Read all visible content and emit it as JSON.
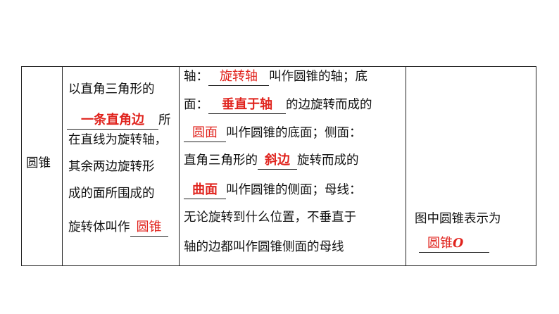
{
  "row": {
    "name": "圆锥",
    "definition": {
      "l1": "以直角三角形的",
      "ans1": "一条直角边",
      "l2_tail": "所",
      "l3": "在直线为旋转轴，",
      "l4": "其余两边旋转形",
      "l5": "成的面所围成的",
      "l6": "旋转体叫作",
      "ans2": "圆锥"
    },
    "parts": {
      "p1a": "轴：",
      "p1ans": "旋转轴",
      "p1b": "叫作圆锥的轴；底",
      "p2a": "面：",
      "p2ans": "垂直于轴",
      "p2b": "的边旋转而成的",
      "p3ans": "圆面",
      "p3b": "叫作圆锥的底面；侧面：",
      "p4a": "直角三角形的",
      "p4ans": "斜边",
      "p4b": "旋转而成的",
      "p5ans": "曲面",
      "p5b": "叫作圆锥的侧面；母线：",
      "p6": "无论旋转到什么位置，不垂直于",
      "p7": "轴的边都叫作圆锥侧面的母线"
    },
    "notation": {
      "text": "图中圆锥表示为",
      "ans": "圆锥",
      "ans_letter": "O"
    }
  }
}
